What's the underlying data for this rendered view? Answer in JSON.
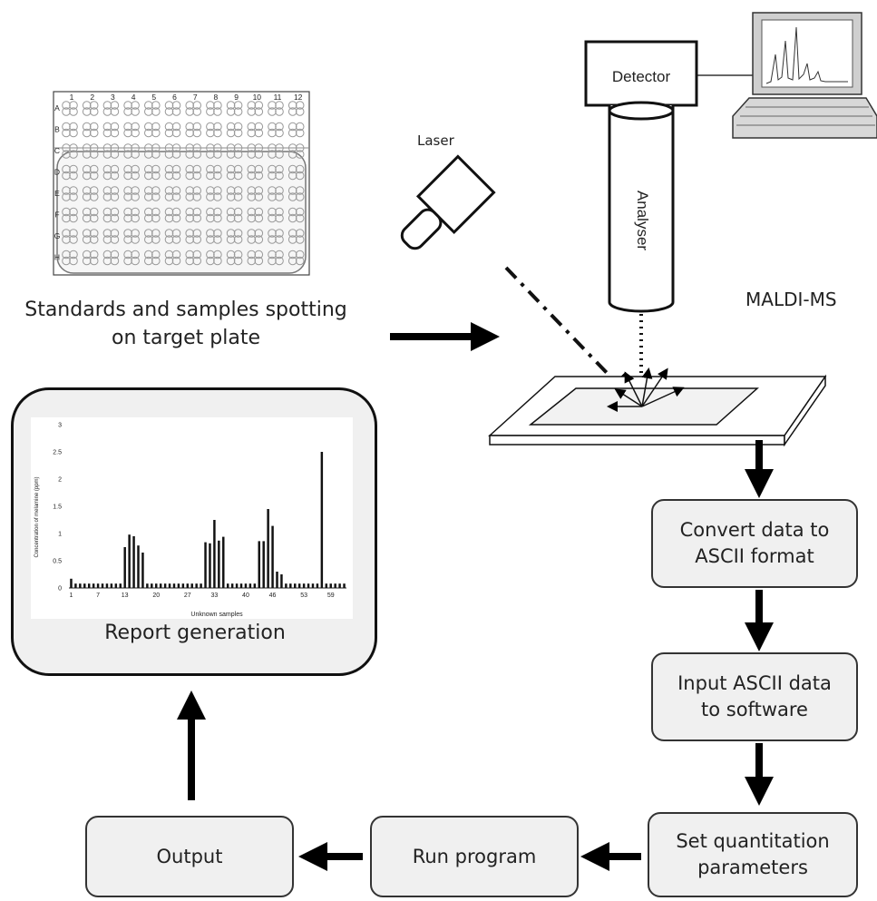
{
  "plate": {
    "rows": [
      "A",
      "B",
      "C",
      "D",
      "E",
      "F",
      "G",
      "H"
    ],
    "cols": [
      "1",
      "2",
      "3",
      "4",
      "5",
      "6",
      "7",
      "8",
      "9",
      "10",
      "11",
      "12"
    ],
    "caption_line1": "Standards and samples spotting",
    "caption_line2": "on target plate"
  },
  "instrument": {
    "detector": "Detector",
    "analyser": "Analyser",
    "laser": "Laser",
    "title": "MALDI-MS"
  },
  "report": {
    "caption": "Report generation"
  },
  "steps": {
    "convert_line1": "Convert data to",
    "convert_line2": "ASCII format",
    "input_line1": "Input ASCII data",
    "input_line2": "to software",
    "set_line1": "Set quantitation",
    "set_line2": "parameters",
    "run": "Run program",
    "output": "Output"
  },
  "chart_data": {
    "type": "bar",
    "xlabel": "Unknown samples",
    "ylabel": "Concentration of melamine (ppm)",
    "ylim": [
      0,
      3
    ],
    "yticks": [
      "0",
      "0.5",
      "1",
      "1.5",
      "2",
      "2.5",
      "3"
    ],
    "xticks": [
      "1",
      "7",
      "13",
      "20",
      "27",
      "33",
      "40",
      "46",
      "53",
      "59"
    ],
    "values": [
      0.17,
      0.08,
      0.08,
      0.08,
      0.08,
      0.08,
      0.08,
      0.08,
      0.08,
      0.08,
      0.08,
      0.08,
      0.75,
      0.98,
      0.95,
      0.78,
      0.65,
      0.08,
      0.08,
      0.08,
      0.08,
      0.08,
      0.08,
      0.08,
      0.08,
      0.08,
      0.08,
      0.08,
      0.08,
      0.08,
      0.84,
      0.82,
      1.25,
      0.87,
      0.94,
      0.08,
      0.08,
      0.08,
      0.08,
      0.08,
      0.08,
      0.08,
      0.86,
      0.86,
      1.45,
      1.14,
      0.3,
      0.25,
      0.08,
      0.08,
      0.08,
      0.08,
      0.08,
      0.08,
      0.08,
      0.08,
      2.5,
      0.08,
      0.08,
      0.08,
      0.08,
      0.08
    ]
  }
}
